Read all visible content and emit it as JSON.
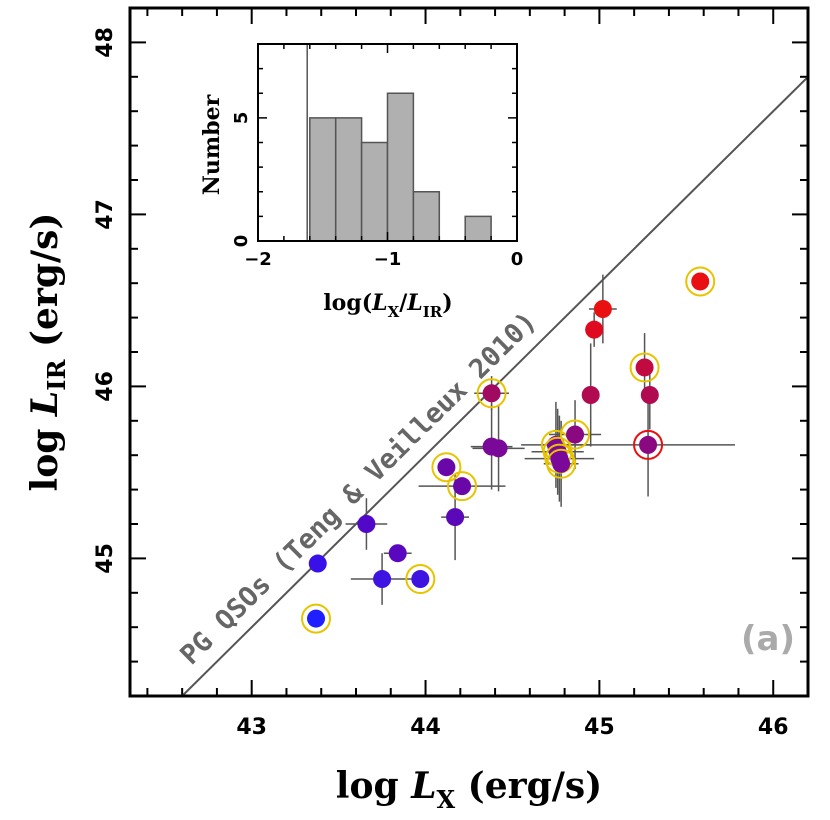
{
  "chart_data": [
    {
      "type": "scatter",
      "xlabel": {
        "main": "log ",
        "var": "L",
        "sub": "X",
        "unit": " (erg/s)"
      },
      "ylabel": {
        "main": "log ",
        "var": "L",
        "sub": "IR",
        "unit": " (erg/s)"
      },
      "xlim": [
        42.3,
        46.2
      ],
      "ylim": [
        44.2,
        48.2
      ],
      "xticks": [
        43,
        44,
        45,
        46
      ],
      "yticks": [
        45,
        46,
        47,
        48
      ],
      "panel_label": "(a)",
      "relation": {
        "label": "PG QSOs (Teng & Veilleux 2010)",
        "x": [
          42.6,
          46.2
        ],
        "y": [
          44.2,
          47.8
        ]
      },
      "points": [
        {
          "x": 43.37,
          "y": 44.65,
          "color": "#1f1fff",
          "ring": "#e8c400",
          "xerr": 0,
          "yerr": 0
        },
        {
          "x": 43.38,
          "y": 44.97,
          "color": "#3a10e8",
          "ring": null,
          "xerr": 0,
          "yerr": 0
        },
        {
          "x": 43.75,
          "y": 44.88,
          "color": "#3d14e0",
          "ring": null,
          "xerr": 0.18,
          "yerr": 0.15
        },
        {
          "x": 43.97,
          "y": 44.88,
          "color": "#3d14e0",
          "ring": "#e8c400",
          "xerr": 0,
          "yerr": 0
        },
        {
          "x": 43.66,
          "y": 45.2,
          "color": "#5208c8",
          "ring": null,
          "xerr": 0.12,
          "yerr": 0.15
        },
        {
          "x": 43.84,
          "y": 45.03,
          "color": "#5a08c0",
          "ring": null,
          "xerr": 0.08,
          "yerr": 0
        },
        {
          "x": 44.17,
          "y": 45.24,
          "color": "#5a08b8",
          "ring": null,
          "xerr": 0.08,
          "yerr": 0.25
        },
        {
          "x": 44.12,
          "y": 45.53,
          "color": "#6a07a8",
          "ring": "#e8c400",
          "xerr": 0,
          "yerr": 0
        },
        {
          "x": 44.21,
          "y": 45.42,
          "color": "#6a07a8",
          "ring": "#e8c400",
          "xerr": 0.25,
          "yerr": 0
        },
        {
          "x": 44.38,
          "y": 45.65,
          "color": "#7a0898",
          "ring": null,
          "xerr": 0.12,
          "yerr": 0.25
        },
        {
          "x": 44.42,
          "y": 45.64,
          "color": "#7a0898",
          "ring": null,
          "xerr": 0.15,
          "yerr": 0.25
        },
        {
          "x": 44.38,
          "y": 45.96,
          "color": "#a00a60",
          "ring": "#e8c400",
          "xerr": 0.1,
          "yerr": 0.1
        },
        {
          "x": 44.75,
          "y": 45.66,
          "color": "#7a0898",
          "ring": "#e8c400",
          "xerr": 0.2,
          "yerr": 0.25
        },
        {
          "x": 44.76,
          "y": 45.62,
          "color": "#7a0898",
          "ring": "#e8c400",
          "xerr": 0.15,
          "yerr": 0.25
        },
        {
          "x": 44.77,
          "y": 45.58,
          "color": "#7a0898",
          "ring": "#e8c400",
          "xerr": 0.2,
          "yerr": 0.25
        },
        {
          "x": 44.78,
          "y": 45.55,
          "color": "#7a0898",
          "ring": "#e8c400",
          "xerr": 0.1,
          "yerr": 0.25
        },
        {
          "x": 44.86,
          "y": 45.72,
          "color": "#8a0880",
          "ring": "#e8c400",
          "xerr": 0.15,
          "yerr": 0.2
        },
        {
          "x": 44.95,
          "y": 45.95,
          "color": "#b00a50",
          "ring": null,
          "xerr": 0.05,
          "yerr": 0.3
        },
        {
          "x": 44.97,
          "y": 46.33,
          "color": "#e00a20",
          "ring": null,
          "xerr": 0.05,
          "yerr": 0.1
        },
        {
          "x": 45.02,
          "y": 46.45,
          "color": "#e81010",
          "ring": null,
          "xerr": 0.08,
          "yerr": 0.2
        },
        {
          "x": 45.26,
          "y": 46.11,
          "color": "#c00a40",
          "ring": "#e8c400",
          "xerr": 0,
          "yerr": 0.2
        },
        {
          "x": 45.29,
          "y": 45.95,
          "color": "#b00a50",
          "ring": null,
          "xerr": 0,
          "yerr": 0.2
        },
        {
          "x": 45.28,
          "y": 45.66,
          "color": "#8a0880",
          "ring": "#e81010",
          "xerr": 0.5,
          "yerr": 0.3
        },
        {
          "x": 45.58,
          "y": 46.61,
          "color": "#e81010",
          "ring": "#e8c400",
          "xerr": 0,
          "yerr": 0
        }
      ]
    },
    {
      "type": "bar",
      "title": "",
      "xlabel": {
        "main": "log(",
        "num": "L",
        "numsub": "X",
        "slash": "/",
        "den": "L",
        "densub": "IR",
        "close": ")"
      },
      "ylabel": "Number",
      "xlim": [
        -2,
        0
      ],
      "ylim": [
        0,
        8
      ],
      "xticks": [
        "−2",
        "−1",
        "0"
      ],
      "yticks": [
        "0",
        "5"
      ],
      "vline": -1.62,
      "bins": [
        {
          "x0": -1.6,
          "x1": -1.4,
          "count": 5
        },
        {
          "x0": -1.4,
          "x1": -1.2,
          "count": 5
        },
        {
          "x0": -1.2,
          "x1": -1.0,
          "count": 4
        },
        {
          "x0": -1.0,
          "x1": -0.8,
          "count": 6
        },
        {
          "x0": -0.8,
          "x1": -0.6,
          "count": 2
        },
        {
          "x0": -0.6,
          "x1": -0.4,
          "count": 0
        },
        {
          "x0": -0.4,
          "x1": -0.2,
          "count": 1
        }
      ]
    }
  ]
}
